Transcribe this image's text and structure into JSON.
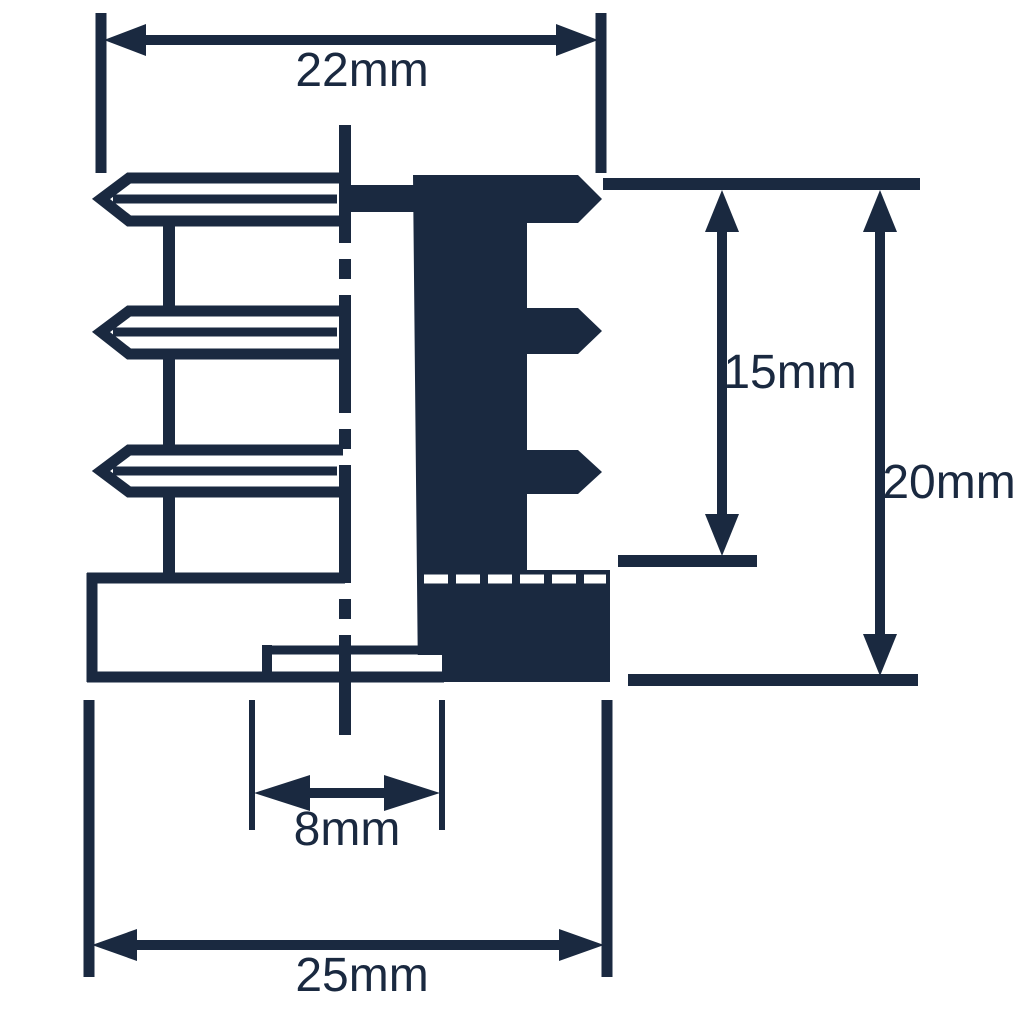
{
  "colors": {
    "ink": "#1a2940",
    "paper": "#ffffff",
    "hidden_line": "#ffffff"
  },
  "drawing": {
    "kind": "technical-dimension-drawing",
    "view": "half-section of ribbed tube insert with flange"
  },
  "dimension_labels": {
    "tip_width": "22mm",
    "insert_depth": "15mm",
    "overall_height": "20mm",
    "bore_width": "8mm",
    "flange_width": "25mm"
  }
}
